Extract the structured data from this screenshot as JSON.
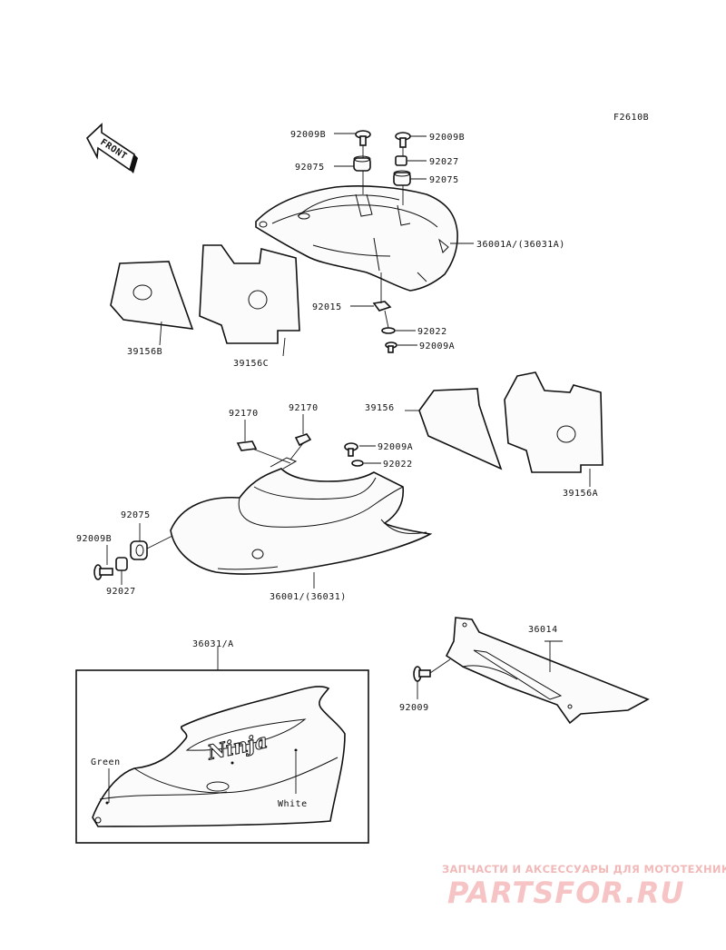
{
  "figure_code": "F2610B",
  "front_label": "FRONT",
  "labels": {
    "p92009B_a": "92009B",
    "p92009B_b": "92009B",
    "p92075_a": "92075",
    "p92027_a": "92027",
    "p92075_b": "92075",
    "p36001A": "36001A/(36031A)",
    "p92015": "92015",
    "p92022_a": "92022",
    "p92009A_a": "92009A",
    "p39156B": "39156B",
    "p39156C": "39156C",
    "p92170_a": "92170",
    "p92170_b": "92170",
    "p39156": "39156",
    "p92009A_b": "92009A",
    "p92022_b": "92022",
    "p39156A": "39156A",
    "p92075_c": "92075",
    "p92009B_c": "92009B",
    "p92027_b": "92027",
    "p36001": "36001/(36031)",
    "p36014": "36014",
    "p36031A": "36031/A",
    "p92009": "92009",
    "green": "Green",
    "white": "White"
  },
  "inset_badge": "Ninja",
  "watermark": {
    "top": "ЗАПЧАСТИ И АКСЕССУАРЫ ДЛЯ МОТОТЕХНИКИ",
    "logo": "PARTSFOR.RU"
  }
}
